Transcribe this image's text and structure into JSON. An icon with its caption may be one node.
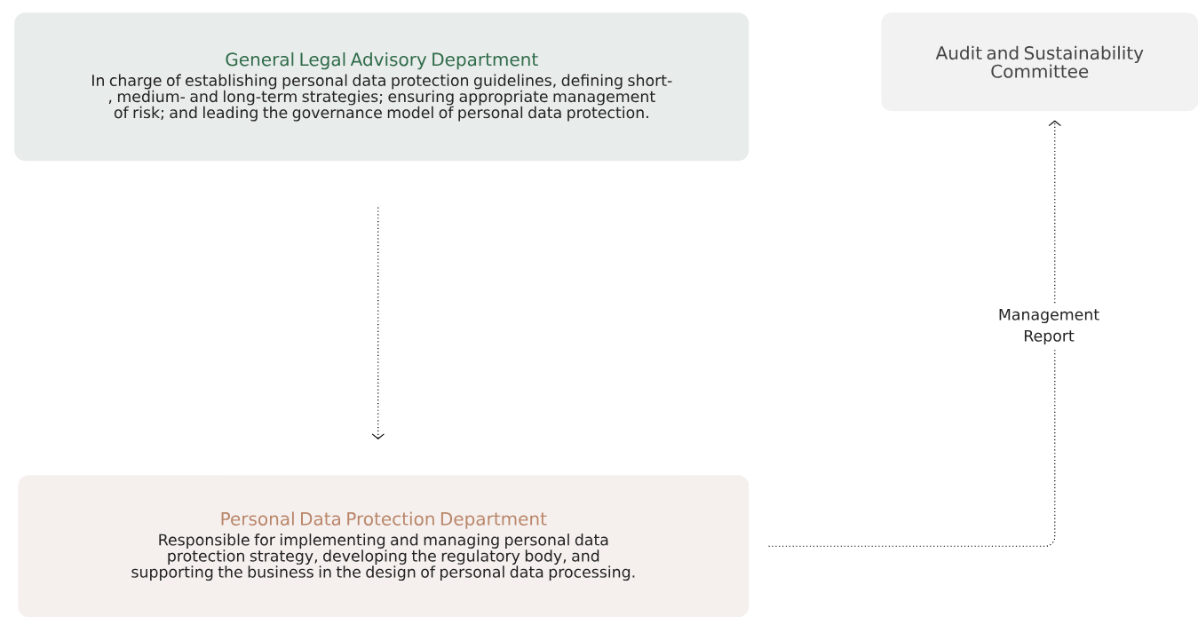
{
  "diagram": {
    "nodes": [
      {
        "text": [
          "General Legal Advisory Department",
          "In charge of establishing personal data protection guidelines, defining short-, medium- and long-term strategies; ensuring appropriate management of risk; and leading the governance model of personal data protection."
        ]
      },
      {
        "text": [
          "Audit and Sustainability Committee"
        ]
      },
      {
        "text": [
          "Personal Data Protection Department",
          "Responsible for implementing and managing personal data protection strategy, developing the regulatory body, and supporting the business in the design of personal data processing."
        ]
      }
    ],
    "edges": [
      {
        "from": 0,
        "to": 2,
        "arrow": "to"
      },
      {
        "from": 2,
        "to": 1,
        "arrow": "to",
        "label": "Management Report"
      }
    ]
  }
}
